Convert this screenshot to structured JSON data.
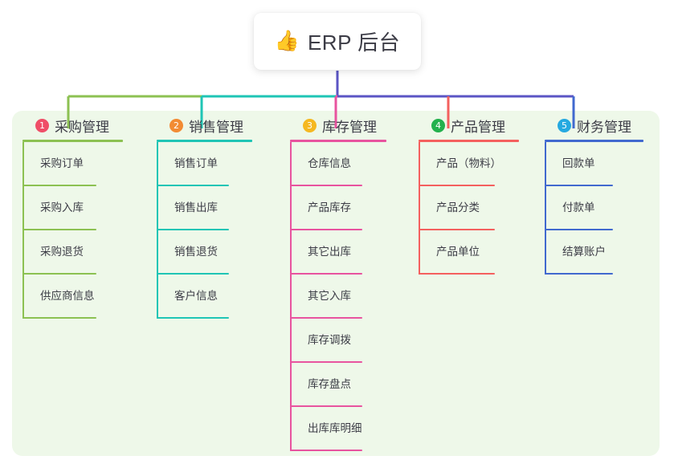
{
  "root": {
    "icon": "thumbs-up-icon",
    "icon_glyph": "👍",
    "label": "ERP 后台"
  },
  "theme": {
    "panel_background": "#eef8e9",
    "page_background": "#ffffff",
    "text_color": "#3c3c46",
    "root_connector_color": "#5b55c4"
  },
  "columns": [
    {
      "index": "1",
      "title": "采购管理",
      "color": "#8cc152",
      "badge_color": "#ef4e67",
      "items": [
        "采购订单",
        "采购入库",
        "采购退货",
        "供应商信息"
      ]
    },
    {
      "index": "2",
      "title": "销售管理",
      "color": "#1fc5b5",
      "badge_color": "#f28b33",
      "items": [
        "销售订单",
        "销售出库",
        "销售退货",
        "客户信息"
      ]
    },
    {
      "index": "3",
      "title": "库存管理",
      "color": "#e8539f",
      "badge_color": "#f5b820",
      "items": [
        "仓库信息",
        "产品库存",
        "其它出库",
        "其它入库",
        "库存调拨",
        "库存盘点",
        "出库库明细"
      ]
    },
    {
      "index": "4",
      "title": "产品管理",
      "color": "#f4605e",
      "badge_color": "#23b14d",
      "items": [
        "产品（物料）",
        "产品分类",
        "产品单位"
      ]
    },
    {
      "index": "5",
      "title": "财务管理",
      "color": "#4169cf",
      "badge_color": "#25a9e0",
      "items": [
        "回款单",
        "付款单",
        "结算账户"
      ]
    }
  ]
}
